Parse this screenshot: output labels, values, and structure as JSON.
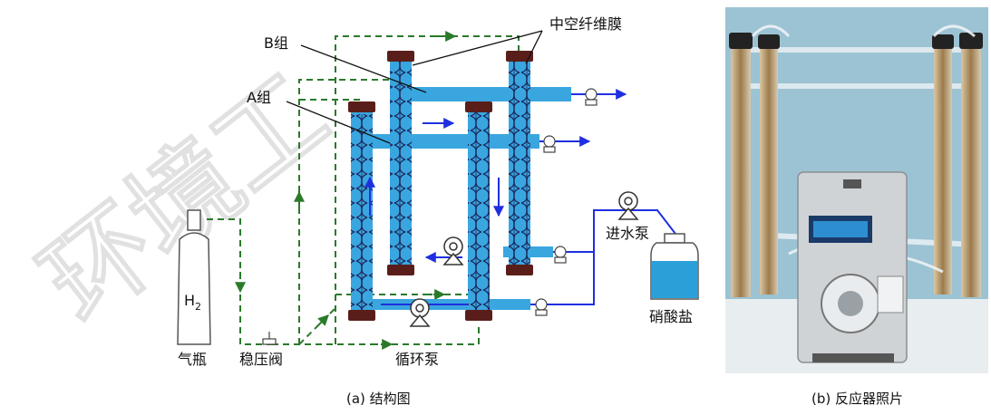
{
  "watermark": "环境工",
  "labels": {
    "hollow_fiber": "中空纤维膜",
    "group_b": "B组",
    "group_a": "A组",
    "feed_pump": "进水泵",
    "nitrate": "硝酸盐",
    "circulation_pump": "循环泵",
    "pressure_valve": "稳压阀",
    "gas_cylinder": "气瓶",
    "h2_main": "H",
    "h2_sub": "2"
  },
  "captions": {
    "a": "(a) 结构图",
    "b": "(b) 反应器照片"
  },
  "colors": {
    "module": "#3aa6e0",
    "fiber": "#1b2a5e",
    "cap": "#5a1e1a",
    "water_flow": "#1f2fe0",
    "gas_line": "#2a7a2a",
    "photo_bg": "#9cc3d3"
  }
}
